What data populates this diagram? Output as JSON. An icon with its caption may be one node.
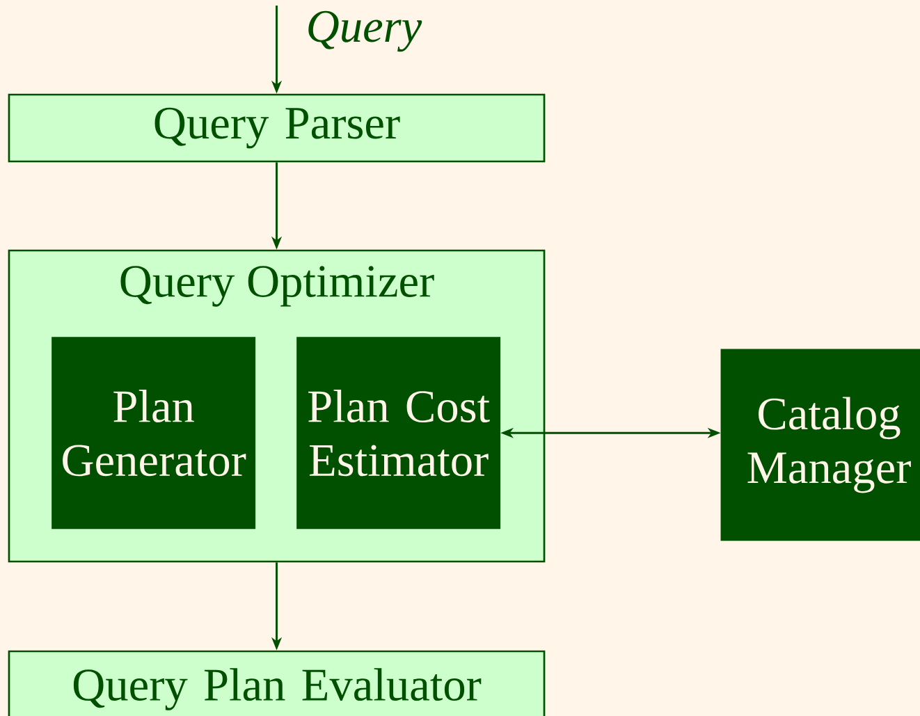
{
  "diagram": {
    "nodes": [
      {
        "text": [
          "Query Parser"
        ]
      },
      {
        "text": [
          "Query Optimizer"
        ]
      },
      {
        "text": [
          "Plan Generator"
        ],
        "in": 1
      },
      {
        "text": [
          "Plan Cost Estimator"
        ],
        "in": 1
      },
      {
        "text": [
          "Catalog Manager"
        ]
      },
      {
        "text": [
          "Query Plan Evaluator"
        ]
      }
    ],
    "edges": [
      {
        "from": null,
        "to": 0,
        "arrow": "to",
        "label": "Query"
      },
      {
        "from": 0,
        "to": 1,
        "arrow": "to"
      },
      {
        "from": 3,
        "to": 4,
        "arrow": "both"
      },
      {
        "from": 1,
        "to": 5,
        "arrow": "to"
      }
    ]
  }
}
